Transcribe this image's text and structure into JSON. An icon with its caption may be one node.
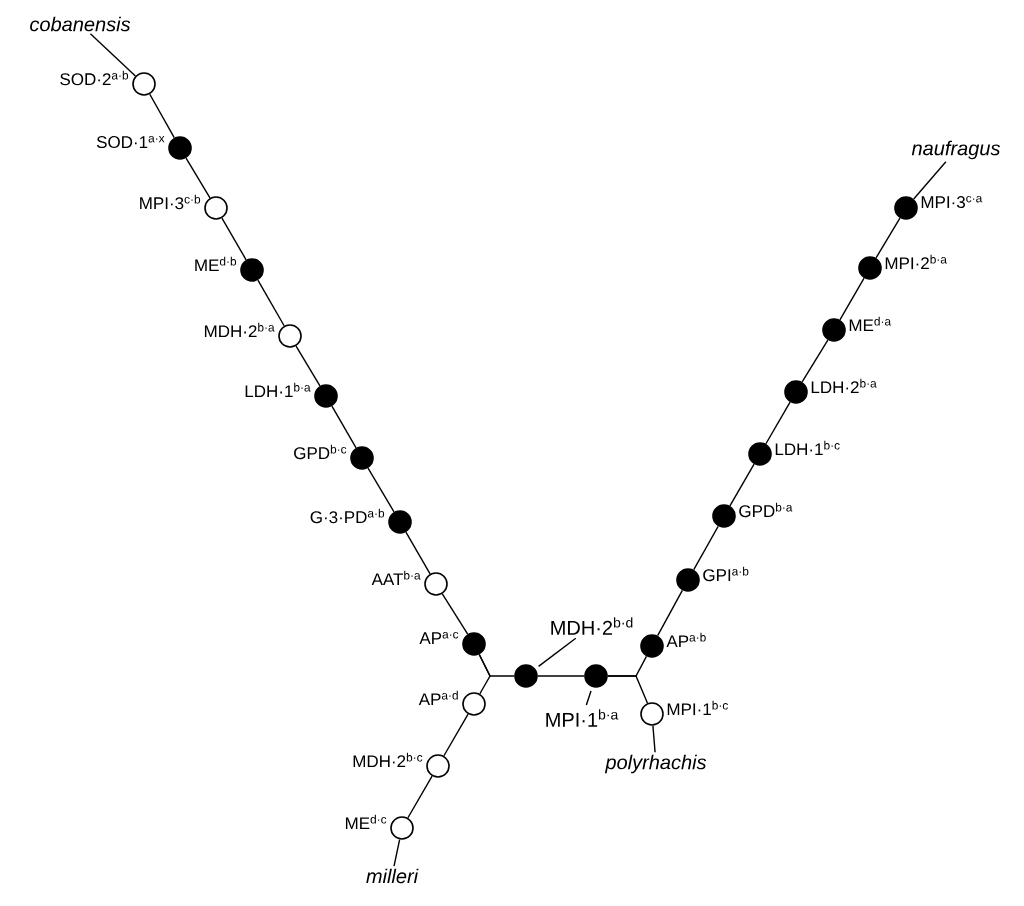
{
  "diagram": {
    "nodes": [
      {
        "text": [
          "cobanensis"
        ]
      },
      {
        "text": [],
        "shape": "circle",
        "beside": [
          "SOD·2$^{a·b}$"
        ]
      },
      {
        "text": [],
        "shape": "dot",
        "beside": [
          "SOD·1$^{a·x}$"
        ]
      },
      {
        "text": [],
        "shape": "circle",
        "beside": [
          "MPI·3$^{c·b}$"
        ]
      },
      {
        "text": [],
        "shape": "dot",
        "beside": [
          "ME$^{d·b}$"
        ]
      },
      {
        "text": [],
        "shape": "circle",
        "beside": [
          "MDH·2$^{b·a}$"
        ]
      },
      {
        "text": [],
        "shape": "dot",
        "beside": [
          "LDH·1$^{b·a}$"
        ]
      },
      {
        "text": [],
        "shape": "dot",
        "beside": [
          "GPD$^{b·c}$"
        ]
      },
      {
        "text": [],
        "shape": "dot",
        "beside": [
          "G·3·PD$^{a·b}$"
        ]
      },
      {
        "text": [],
        "shape": "circle",
        "beside": [
          "AAT$^{b·a}$"
        ]
      },
      {
        "text": [],
        "shape": "dot",
        "beside": [
          "AP$^{a·c}$"
        ]
      },
      {
        "text": [],
        "shape": "circle",
        "beside": [
          "AP$^{a·d}$"
        ]
      },
      {
        "text": [],
        "shape": "circle",
        "beside": [
          "MDH·2$^{b·c}$"
        ]
      },
      {
        "text": [],
        "shape": "circle",
        "beside": [
          "ME$^{d·c}$"
        ]
      },
      {
        "text": [
          "milleri"
        ]
      },
      {
        "text": [
          "MDH·2$^{b·d}$"
        ]
      },
      {
        "text": [],
        "shape": "dot"
      },
      {
        "text": [],
        "shape": "dot"
      },
      {
        "text": [
          "MPI·1$^{b·a}$"
        ]
      },
      {
        "text": [],
        "shape": "dot",
        "beside": [
          "AP$^{a·b}$"
        ]
      },
      {
        "text": [],
        "shape": "dot",
        "beside": [
          "GPI$^{a·b}$"
        ]
      },
      {
        "text": [],
        "shape": "dot",
        "beside": [
          "GPD$^{b·a}$"
        ]
      },
      {
        "text": [],
        "shape": "dot",
        "beside": [
          "LDH·1$^{b·c}$"
        ]
      },
      {
        "text": [],
        "shape": "dot",
        "beside": [
          "LDH·2$^{b·a}$"
        ]
      },
      {
        "text": [],
        "shape": "dot",
        "beside": [
          "ME$^{d·a}$"
        ]
      },
      {
        "text": [],
        "shape": "dot",
        "beside": [
          "MPI·2$^{b·a}$"
        ]
      },
      {
        "text": [],
        "shape": "dot",
        "beside": [
          "MPI·3$^{c·a}$"
        ]
      },
      {
        "text": [
          "naufragus"
        ]
      },
      {
        "text": [],
        "shape": "circle",
        "beside": [
          "MPI·1$^{b·c}$"
        ]
      },
      {
        "text": [
          "polyrhachis"
        ]
      }
    ],
    "edges": [
      {
        "from": 0,
        "to": 1,
        "arrow": "none"
      },
      {
        "from": 1,
        "to": 2,
        "arrow": "none"
      },
      {
        "from": 2,
        "to": 3,
        "arrow": "none"
      },
      {
        "from": 3,
        "to": 4,
        "arrow": "none"
      },
      {
        "from": 4,
        "to": 5,
        "arrow": "none"
      },
      {
        "from": 5,
        "to": 6,
        "arrow": "none"
      },
      {
        "from": 6,
        "to": 7,
        "arrow": "none"
      },
      {
        "from": 7,
        "to": 8,
        "arrow": "none"
      },
      {
        "from": 8,
        "to": 9,
        "arrow": "none"
      },
      {
        "from": 9,
        "to": 10,
        "arrow": "none"
      },
      {
        "from": 10,
        "to": 11,
        "arrow": "none"
      },
      {
        "from": 11,
        "to": 12,
        "arrow": "none"
      },
      {
        "from": 12,
        "to": 13,
        "arrow": "none"
      },
      {
        "from": 13,
        "to": 14,
        "arrow": "none"
      },
      {
        "from": 10,
        "to": 16,
        "arrow": "none"
      },
      {
        "from": 16,
        "to": 17,
        "arrow": "none"
      },
      {
        "from": 17,
        "to": 19,
        "arrow": "none"
      },
      {
        "from": 19,
        "to": 20,
        "arrow": "none"
      },
      {
        "from": 20,
        "to": 21,
        "arrow": "none"
      },
      {
        "from": 21,
        "to": 22,
        "arrow": "none"
      },
      {
        "from": 22,
        "to": 23,
        "arrow": "none"
      },
      {
        "from": 23,
        "to": 24,
        "arrow": "none"
      },
      {
        "from": 24,
        "to": 25,
        "arrow": "none"
      },
      {
        "from": 25,
        "to": 26,
        "arrow": "none"
      },
      {
        "from": 26,
        "to": 27,
        "arrow": "none"
      },
      {
        "from": 17,
        "to": 28,
        "arrow": "none"
      },
      {
        "from": 28,
        "to": 29,
        "arrow": "none"
      },
      {
        "from": 15,
        "to": 16,
        "arrow": "none"
      },
      {
        "from": 18,
        "to": 17,
        "arrow": "none"
      }
    ]
  }
}
